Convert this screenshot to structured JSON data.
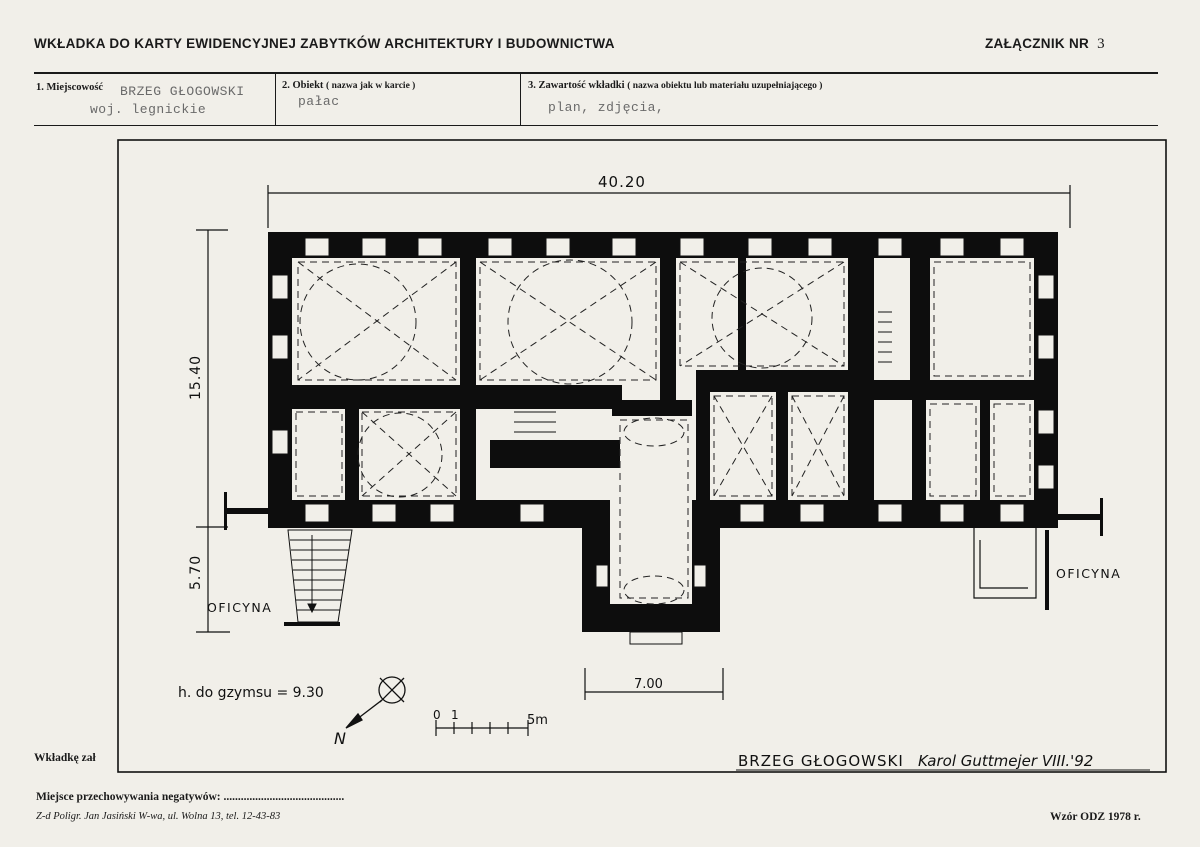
{
  "header": {
    "title": "WKŁADKA DO KARTY EWIDENCYJNEJ ZABYTKÓW ARCHITEKTURY I BUDOWNICTWA",
    "attachment_label": "ZAŁĄCZNIK NR",
    "attachment_number": "3"
  },
  "fields": {
    "locality": {
      "label": "1. Miejscowość",
      "value": "BRZEG GŁOGOWSKI",
      "value2": "woj. legnickie"
    },
    "object": {
      "label": "2. Obiekt",
      "note": "( nazwa jak w karcie )",
      "value": "pałac"
    },
    "contents": {
      "label": "3. Zawartość wkładki",
      "note": "( nazwa obiektu lub materiału uzupełniającego )",
      "value": "plan, zdjęcia,"
    }
  },
  "drawing": {
    "dim_width": "40.20",
    "dim_depth": "15.40",
    "dim_wing": "5.70",
    "dim_projection": "7.00",
    "wing_left": "OFICYNA",
    "wing_right": "OFICYNA",
    "cornice_height": "h. do gzymsu = 9.30",
    "scale_0": "0",
    "scale_1": "1",
    "scale_5": "5m",
    "north_label": "N",
    "caption": "BRZEG GŁOGOWSKI",
    "signature": "Karol Guttmejer VIII.'92"
  },
  "footer": {
    "attachments": "Wkładkę zał",
    "negatives": "Miejsce przechowywania negatywów: ..........................................",
    "printer": "Z-d Poligr. Jan Jasiński W-wa, ul. Wolna 13, tel. 12-43-83",
    "form": "Wzór ODZ 1978 r."
  }
}
